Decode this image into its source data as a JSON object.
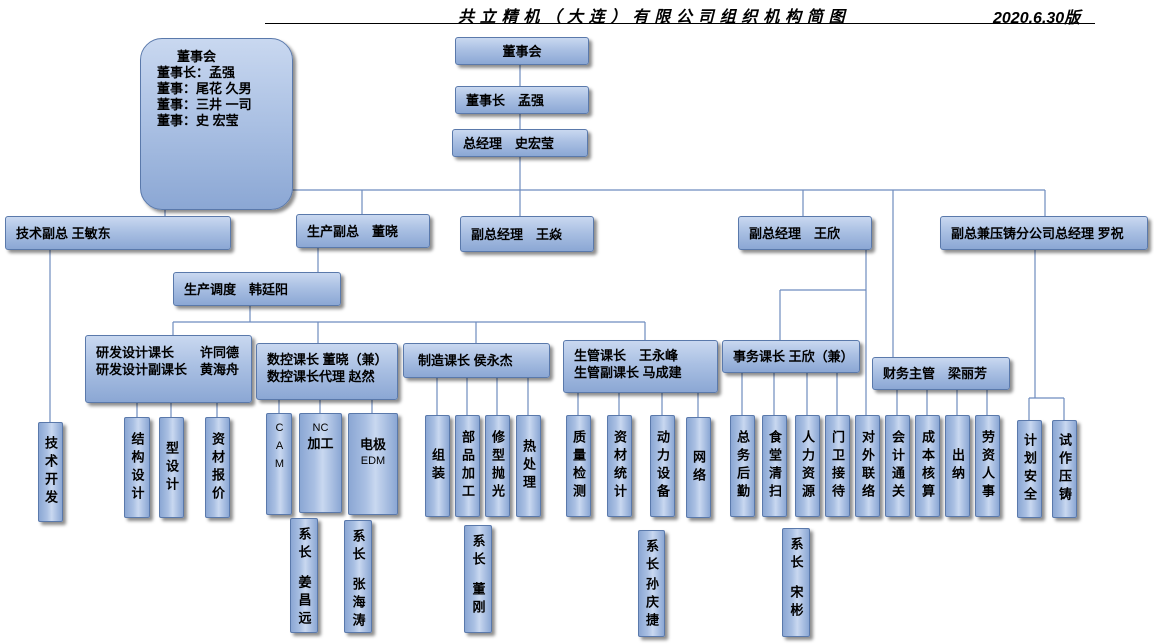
{
  "header": {
    "title": "共立精机（大连）有限公司组织机构简图",
    "version": "2020.6.30版"
  },
  "theme": {
    "box_fill_light": "#c9d8f0",
    "box_fill": "#aac0e3",
    "box_fill_dark": "#8ba7d4",
    "box_border": "#5a79ab",
    "connector": "#6e8cbf"
  },
  "board_info": {
    "heading": "董事会",
    "members": [
      "董事长：孟强",
      "董事：尾花 久男",
      "董事：三井 一司",
      "董事：史 宏莹"
    ]
  },
  "top": {
    "board": "董事会",
    "chairman": "董事长　孟强",
    "gm": "总经理　史宏莹"
  },
  "deputies": {
    "tech": "技术副总 王敏东",
    "production": "生产副总　董晓",
    "vgm_1": "副总经理　王焱",
    "vgm_2": "副总经理　王欣",
    "diecast": "副总兼压铸分公司总经理 罗祝"
  },
  "dispatch": "生产调度　韩廷阳",
  "sections": {
    "tech": {
      "units": [
        "技术开发"
      ]
    },
    "rd": {
      "lines": [
        "研发设计课长　　许同德",
        "研发设计副课长　黄海舟"
      ],
      "units": [
        "结构设计",
        "型设计",
        "资材报价"
      ]
    },
    "nc": {
      "lines": [
        "数控课长 董晓（兼）",
        "数控课长代理 赵然"
      ],
      "units": [
        {
          "lines": [
            "CAM"
          ]
        },
        {
          "lines": [
            "NC",
            "加工"
          ]
        },
        {
          "lines": [
            "电极",
            "EDM"
          ]
        }
      ],
      "chiefs": [
        {
          "title": "系长",
          "name": "姜昌远"
        },
        {
          "title": "系长",
          "name": "张海涛"
        }
      ]
    },
    "mfg": {
      "lines": [
        "制造课长 侯永杰"
      ],
      "units": [
        "组装",
        "部品加工",
        "修型抛光",
        "热处理"
      ],
      "chiefs": [
        {
          "title": "系长",
          "name": "董刚"
        }
      ]
    },
    "pc": {
      "lines": [
        "生管课长　王永峰",
        "生管副课长 马成建"
      ],
      "units": [
        "质量检测",
        "资材统计",
        "动力设备",
        "网络"
      ],
      "chiefs": [
        {
          "title": "系长",
          "name": "孙庆捷"
        }
      ]
    },
    "admin": {
      "lines": [
        "事务课长 王欣（兼）"
      ],
      "units": [
        "总务后勤",
        "食堂清扫",
        "人力资源",
        "门卫接待",
        "对外联络"
      ],
      "chiefs": [
        {
          "title": "系长",
          "name": "宋彬"
        }
      ]
    },
    "finance": {
      "lines": [
        "财务主管　梁丽芳"
      ],
      "units": [
        "会计通关",
        "成本核算",
        "出纳",
        "劳资人事"
      ]
    },
    "diecast": {
      "units": [
        "计划安全",
        "试作压铸"
      ]
    }
  }
}
